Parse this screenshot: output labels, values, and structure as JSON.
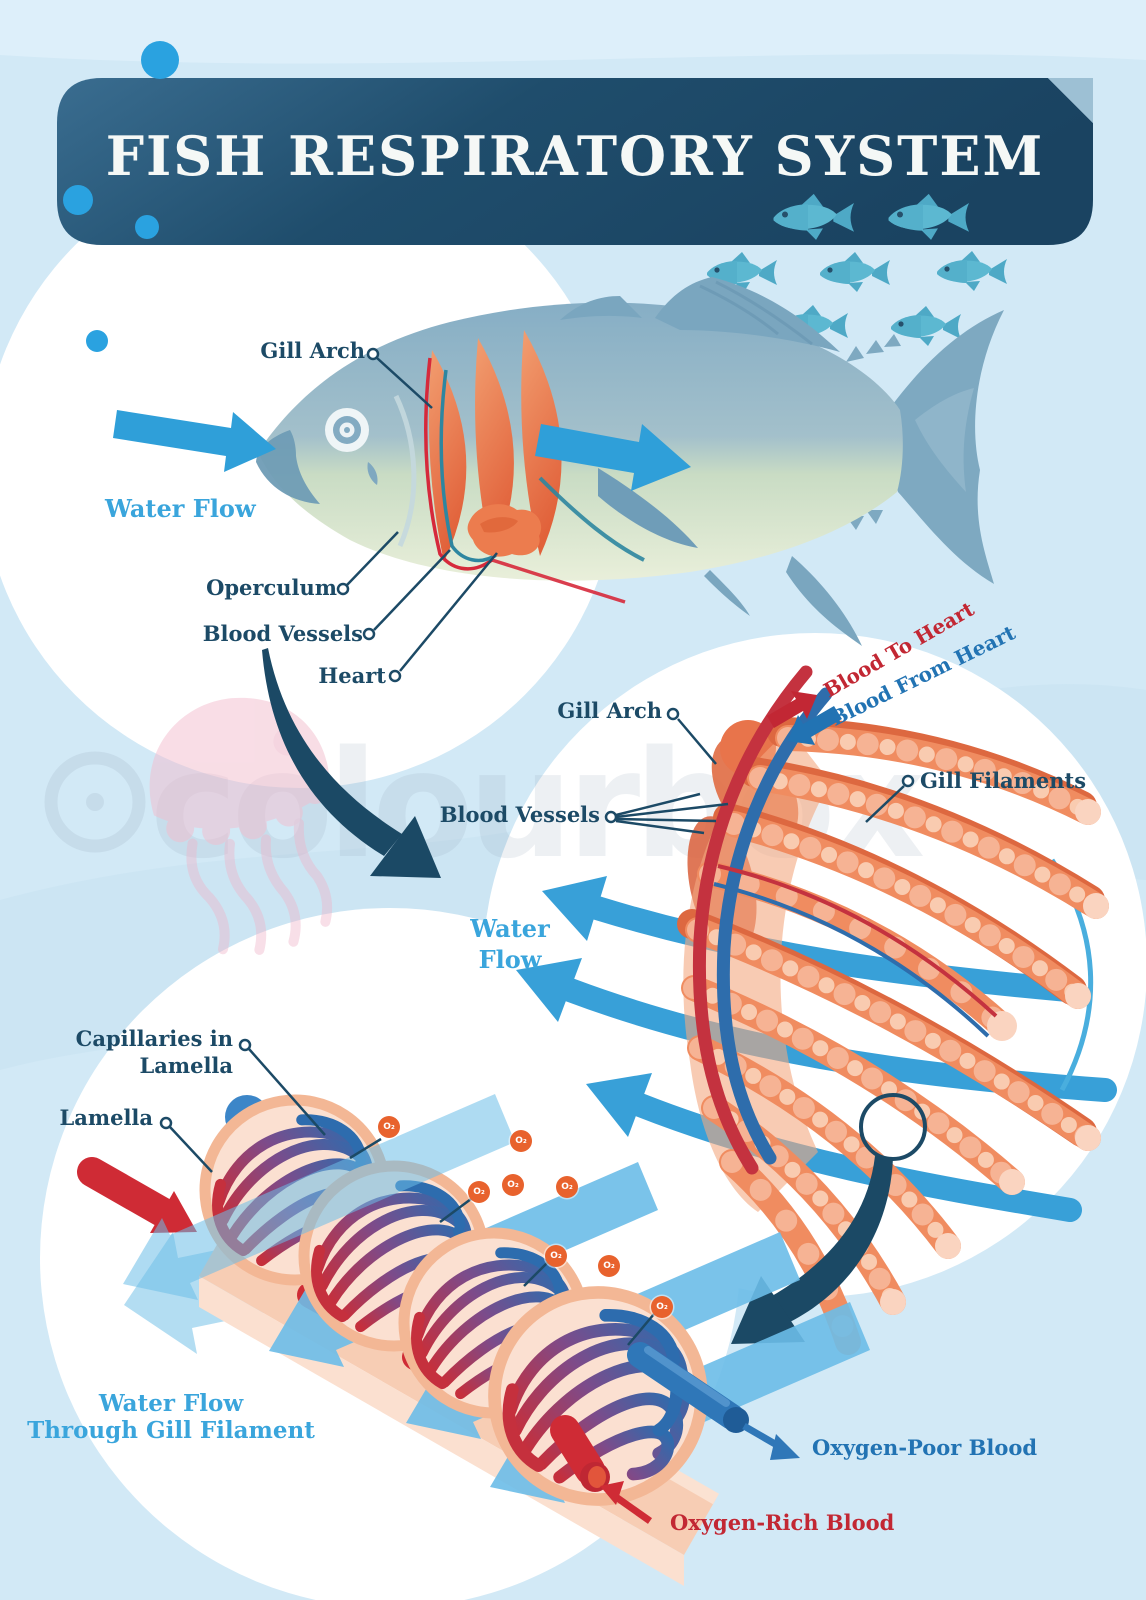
{
  "title": "FISH RESPIRATORY SYSTEM",
  "watermark": "colourbox",
  "colors": {
    "background": "#d2e9f6",
    "banner": "#1d4a69",
    "label_navy": "#1c4a66",
    "water_blue": "#3aa5dc",
    "arrow_blue": "#2f9fd9",
    "artery_red": "#c22733",
    "vein_blue": "#2273b3",
    "gill_salmon": "#f08c60",
    "lamella_peach": "#f7cdb4",
    "o2_orange": "#e8622d"
  },
  "fish_section": {
    "labels": {
      "gill_arch": "Gill Arch",
      "water_flow": "Water Flow",
      "operculum": "Operculum",
      "blood_vessels": "Blood Vessels",
      "heart": "Heart"
    }
  },
  "gill_section": {
    "labels": {
      "gill_arch": "Gill Arch",
      "blood_to_heart": "Blood To Heart",
      "blood_from_heart": "Blood From Heart",
      "blood_vessels": "Blood Vessels",
      "gill_filaments": "Gill Filaments",
      "water": "Water",
      "flow": "Flow"
    }
  },
  "lamella_section": {
    "labels": {
      "capillaries_line1": "Capillaries in",
      "capillaries_line2": "Lamella",
      "lamella": "Lamella",
      "water_flow_line1": "Water Flow",
      "water_flow_line2": "Through Gill Filament",
      "oxygen_poor": "Oxygen-Poor Blood",
      "oxygen_rich": "Oxygen-Rich Blood"
    },
    "o2_label": "O₂"
  }
}
